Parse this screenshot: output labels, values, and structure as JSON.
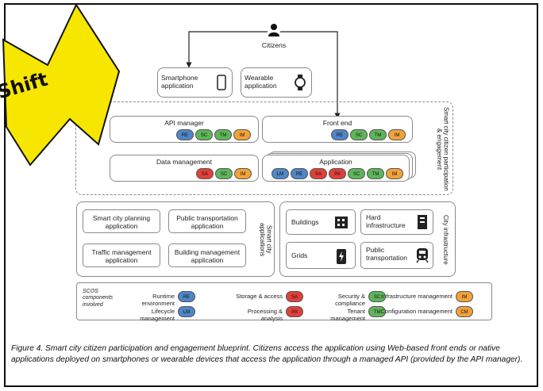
{
  "citizens": "Citizens",
  "devices": {
    "smartphone": "Smartphone application",
    "wearable": "Wearable application"
  },
  "top_boxes": {
    "api_manager": "API manager",
    "front_end": "Front end",
    "data_management": "Data management",
    "application": "Application"
  },
  "side_labels": {
    "participation": "Smart city citizen participation & engagement",
    "apps": "Smart city applications",
    "infra": "City infrastructure"
  },
  "apps": [
    "Smart city planning application",
    "Public transportation application",
    "Traffic management application",
    "Building management application"
  ],
  "infra": [
    "Buildings",
    "Hard infrastructure",
    "Grids",
    "Public transportation"
  ],
  "legend": {
    "title": "SCOS components involved",
    "items": [
      {
        "label": "Runtime environment",
        "code": "RE"
      },
      {
        "label": "Storage & access",
        "code": "SA"
      },
      {
        "label": "Security & compliance",
        "code": "SC"
      },
      {
        "label": "Infrastructure management",
        "code": "IM"
      },
      {
        "label": "Lifecycle management",
        "code": "LM"
      },
      {
        "label": "Processing & analysis",
        "code": "PA"
      },
      {
        "label": "Tenant management",
        "code": "TM"
      },
      {
        "label": "Configuration management",
        "code": "CM"
      }
    ]
  },
  "caption": "Figure 4. Smart city citizen participation and engagement blueprint. Citizens access the application using Web-based front ends or native applications deployed on smartphones or wearable devices that access the application through a managed API (provided by the API manager).",
  "callout": "Shift",
  "colors": {
    "RE": "#4f86c6",
    "LM": "#4f86c6",
    "SA": "#e0403a",
    "PA": "#e0403a",
    "SC": "#5fb55a",
    "TM": "#5fb55a",
    "IM": "#f2a23a",
    "CM": "#f2a23a",
    "callout": "#f7e600"
  }
}
